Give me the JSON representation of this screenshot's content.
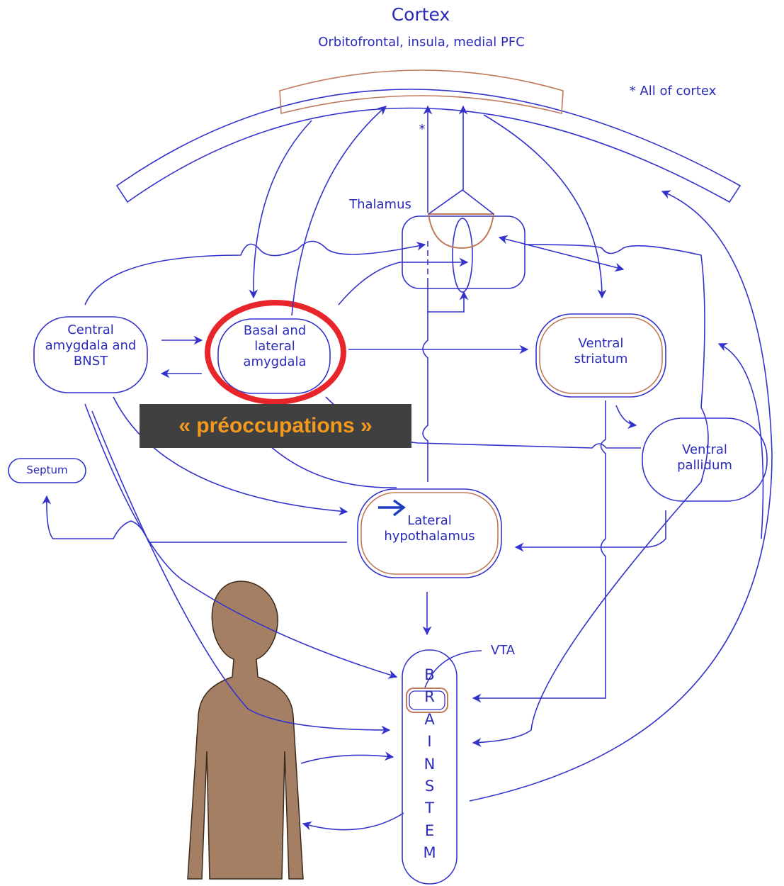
{
  "diagram": {
    "cortex": {
      "title": "Cortex",
      "subtitle": "Orbitofrontal, insula, medial PFC",
      "all_cortex_note": "* All of cortex",
      "asterisk": "*"
    },
    "nodes": {
      "thalamus": "Thalamus",
      "central_amygdala": [
        "Central",
        "amygdala and",
        "BNST"
      ],
      "basal_lateral_amygdala": [
        "Basal and",
        "lateral",
        "amygdala"
      ],
      "ventral_striatum": [
        "Ventral",
        "striatum"
      ],
      "ventral_pallidum": [
        "Ventral",
        "pallidum"
      ],
      "septum": "Septum",
      "lateral_hypothalamus": [
        "Lateral",
        "hypothalamus"
      ],
      "vta": "VTA",
      "brainstem_letters": [
        "B",
        "R",
        "A",
        "I",
        "N",
        "S",
        "T",
        "E",
        "M"
      ]
    },
    "annotation": {
      "banner_text": "« préoccupations »",
      "highlight_color": "#e8252a",
      "banner_text_color": "#f39a1e",
      "banner_bg_color": "#404040"
    },
    "colors": {
      "line": "#3333cc",
      "double_border": "#c07a5a",
      "body": "#a57f63"
    }
  }
}
